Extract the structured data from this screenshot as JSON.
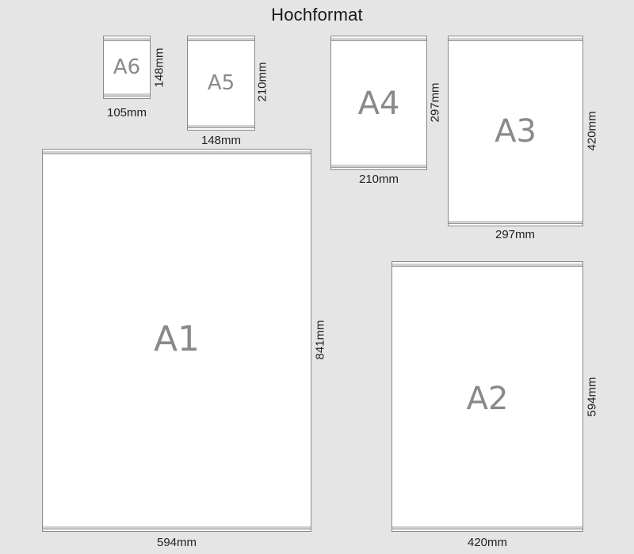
{
  "title": "Hochformat",
  "sheets": {
    "a6": {
      "label": "A6",
      "width": "105mm",
      "height": "148mm"
    },
    "a5": {
      "label": "A5",
      "width": "148mm",
      "height": "210mm"
    },
    "a4": {
      "label": "A4",
      "width": "210mm",
      "height": "297mm"
    },
    "a3": {
      "label": "A3",
      "width": "297mm",
      "height": "420mm"
    },
    "a1": {
      "label": "A1",
      "width": "594mm",
      "height": "841mm"
    },
    "a2": {
      "label": "A2",
      "width": "420mm",
      "height": "594mm"
    }
  }
}
